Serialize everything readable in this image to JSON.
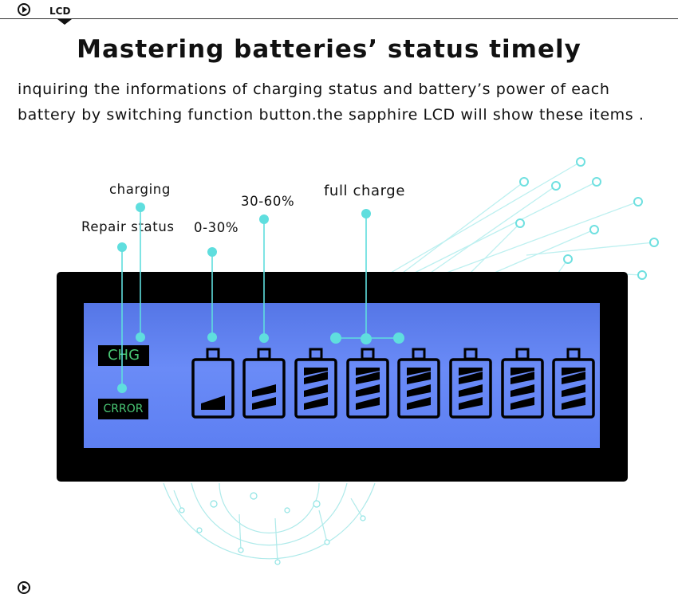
{
  "header": {
    "tab_label": "LCD"
  },
  "title": "Mastering batteries’ status timely",
  "description": "inquiring the informations of charging status and battery’s power of each battery by switching function button.the sapphire LCD will show these items .",
  "callouts": {
    "charging": "charging",
    "repair_status": "Repair status",
    "low": "0-30%",
    "mid": "30-60%",
    "full": "full charge"
  },
  "lcd": {
    "chg_label": "CHG",
    "error_label": "CRROR",
    "batteries": [
      {
        "name": "battery-1",
        "bars": 1
      },
      {
        "name": "battery-2",
        "bars": 2
      },
      {
        "name": "battery-3",
        "bars": 3
      },
      {
        "name": "battery-4",
        "bars": 3
      },
      {
        "name": "battery-5",
        "bars": 3
      },
      {
        "name": "battery-6",
        "bars": 3
      },
      {
        "name": "battery-7",
        "bars": 3
      },
      {
        "name": "battery-8",
        "bars": 3
      }
    ]
  },
  "colors": {
    "accent_cyan": "#4fd8d8",
    "lcd_blue": "#6a8bf7",
    "segment_green": "#49c774"
  },
  "icons": [
    "circle-arrow-right-icon",
    "tab-caret-icon",
    "battery-icon"
  ]
}
